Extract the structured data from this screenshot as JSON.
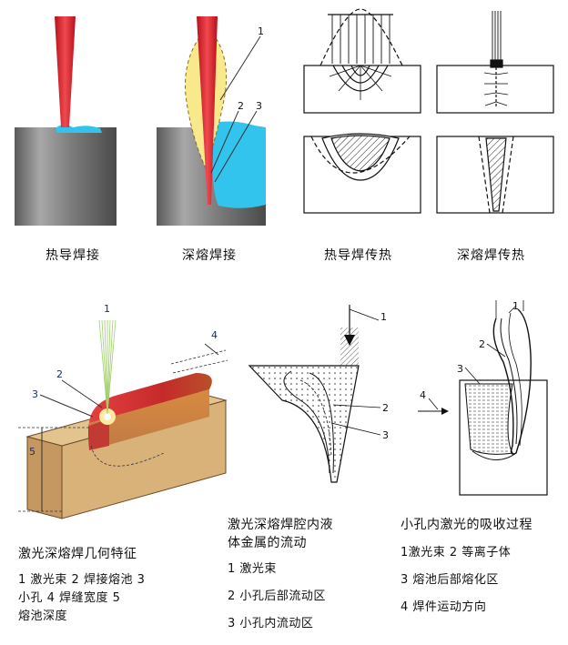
{
  "top_left": {
    "caption_conduction": "热导焊接",
    "caption_keyhole": "深熔焊接",
    "labels": [
      "1",
      "2",
      "3"
    ]
  },
  "top_right": {
    "caption_conduction": "热导焊传热",
    "caption_keyhole": "深熔焊传热"
  },
  "geometry_figure": {
    "labels": [
      "1",
      "2",
      "3",
      "4",
      "5"
    ],
    "title": "激光深熔焊几何特征",
    "legend_line1": "1  激光束    2  焊接熔池    3",
    "legend_line2": "小孔      4  焊缝宽度    5",
    "legend_line3": "熔池深度"
  },
  "flow_figure": {
    "labels": [
      "1",
      "2",
      "3"
    ],
    "title_line1": "激光深熔焊腔内液",
    "title_line2": "体金属的流动",
    "items": [
      "1  激光束",
      "2  小孔后部流动区",
      "3    小孔内流动区"
    ]
  },
  "absorption_figure": {
    "labels": [
      "1",
      "2",
      "3",
      "4"
    ],
    "title": "小孔内激光的吸收过程",
    "items": [
      "1激光束  2    等离子体",
      "3  熔池后部熔化区",
      "4  焊件运动方向"
    ]
  },
  "colors": {
    "laser_red": "#e8202a",
    "melt_cyan": "#33c4ee",
    "metal_gray": "#8a8a8a",
    "plume_yellow": "#f7e98c",
    "pool_red": "#d0302a",
    "block_tan": "#d9a36a"
  }
}
